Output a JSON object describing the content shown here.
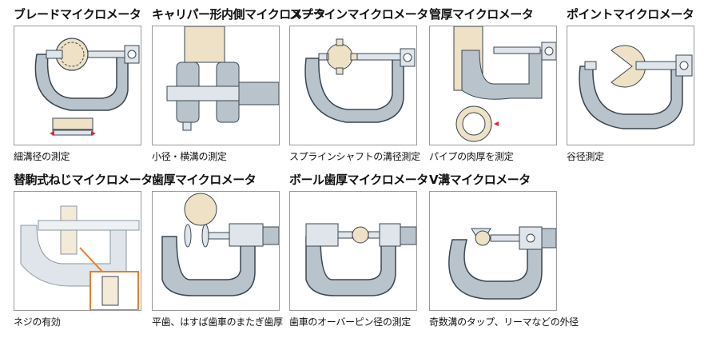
{
  "items": [
    {
      "title": "ブレードマイクロメータ",
      "caption": "細溝径の測定"
    },
    {
      "title": "キャリパー形内側マイクロメータ",
      "caption": "小径・横溝の測定"
    },
    {
      "title": "スプラインマイクロメータ",
      "caption": "スプラインシャフトの溝径測定"
    },
    {
      "title": "管厚マイクロメータ",
      "caption": "パイプの肉厚を測定"
    },
    {
      "title": "ポイントマイクロメータ",
      "caption": "谷径測定"
    },
    {
      "title": "替駒式ねじマイクロメータ",
      "caption": "ネジの有効"
    },
    {
      "title": "歯厚マイクロメータ",
      "caption": "平歯、はすば歯車のまたぎ歯厚"
    },
    {
      "title": "ボール歯厚マイクロメータ",
      "caption": "歯車のオーバーピン径の測定"
    },
    {
      "title": "V溝マイクロメータ",
      "caption": "奇数溝のタップ、リーマなどの外径"
    }
  ],
  "colors": {
    "frame": "#b8c3cc",
    "frame_stroke": "#3a4650",
    "workpiece": "#eee1c6",
    "marker": "#e0202a",
    "highlight": "#e87d2a"
  }
}
